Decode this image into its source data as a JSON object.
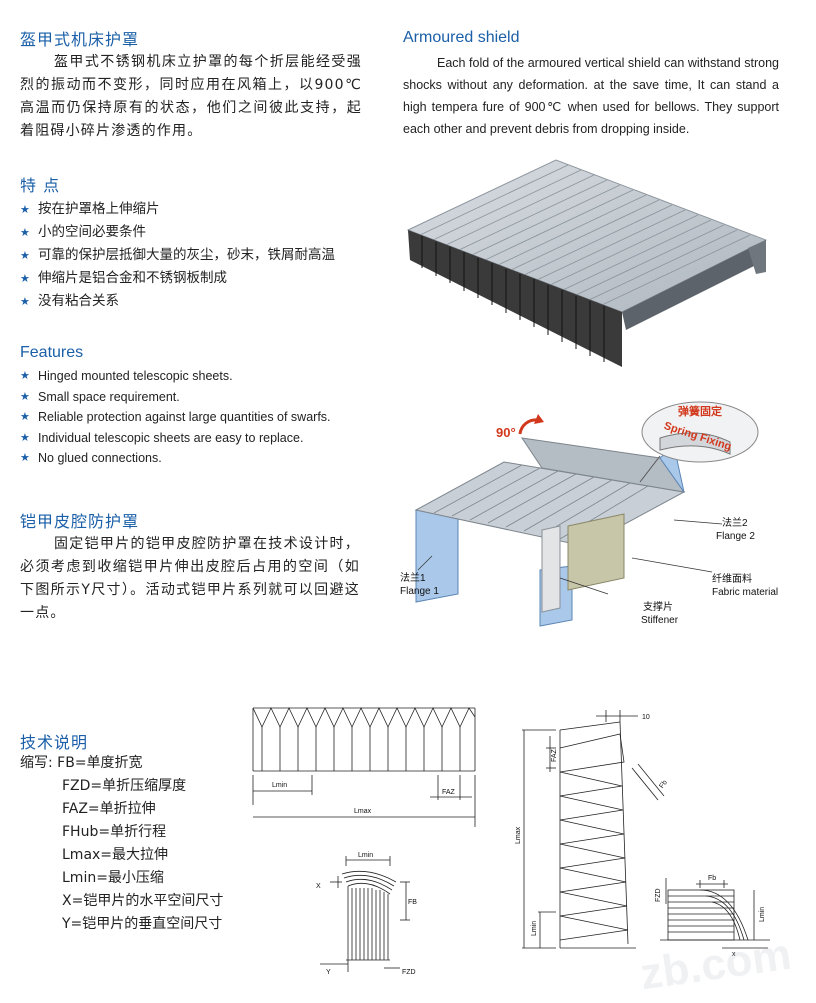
{
  "intro_zh": {
    "title": "盔甲式机床护罩",
    "body": "盔甲式不锈钢机床立护罩的每个折层能经受强烈的振动而不变形，同时应用在风箱上，以900℃高温而仍保持原有的状态，他们之间彼此支持，起着阻碍小碎片渗透的作用。"
  },
  "intro_en": {
    "title": "Armoured shield",
    "body": "Each fold of the armoured vertical shield can withstand strong shocks without any deformation. at the save time, It can stand a high tempera fure of 900℃ when used for bellows. They support each other and prevent debris from dropping inside."
  },
  "features_zh": {
    "title": "特  点",
    "items": [
      "按在护罩格上伸缩片",
      "小的空间必要条件",
      "可靠的保护层抵御大量的灰尘，砂末，铁屑耐高温",
      "伸缩片是铝合金和不锈钢板制成",
      "没有粘合关系"
    ]
  },
  "features_en": {
    "title": "Features",
    "items": [
      "Hinged mounted telescopic sheets.",
      "Small space requirement.",
      "Reliable protection against large quantities of swarfs.",
      "Individual telescopic sheets are easy to replace.",
      "No glued connections."
    ]
  },
  "armour_zh": {
    "title": "铠甲皮腔防护罩",
    "body": "固定铠甲片的铠甲皮腔防护罩在技术设计时，必须考虑到收缩铠甲片伸出皮腔后占用的空间（如下图所示Y尺寸）。活动式铠甲片系列就可以回避这一点。"
  },
  "diagram_labels": {
    "angle": "90°",
    "spring_zh": "弹簧固定",
    "spring_en": "Spring Fixing",
    "flange2_zh": "法兰2",
    "flange2_en": "Flange 2",
    "fabric_zh": "纤维面料",
    "fabric_en": "Fabric material",
    "flange1_zh": "法兰1",
    "flange1_en": "Flange 1",
    "stiffener_zh": "支撑片",
    "stiffener_en": "Stiffener"
  },
  "tech": {
    "title": "技术说明",
    "lines": [
      "缩写: FB=单度折宽",
      "FZD=单折压缩厚度",
      "FAZ=单折拉伸",
      "FHub=单折行程",
      "Lmax=最大拉伸",
      "Lmin=最小压缩",
      "X=铠甲片的水平空间尺寸",
      "Y=铠甲片的垂直空间尺寸"
    ]
  },
  "drawing_labels": {
    "lmin": "Lmin",
    "lmax": "Lmax",
    "faz": "FAZ",
    "fb": "FB",
    "fzd": "FZD",
    "x": "X",
    "y": "Y",
    "ten": "10",
    "fb_small": "Fb",
    "x_small": "x"
  },
  "watermark": "zb.com",
  "colors": {
    "heading_blue": "#1a5fa8",
    "bullet_star": "#1a5fa8",
    "flange_blue": "#a9c8ea",
    "steel_gray": "#c4cbd3",
    "shadow_dark": "#2b2b2b",
    "angle_red": "#d2381c"
  }
}
